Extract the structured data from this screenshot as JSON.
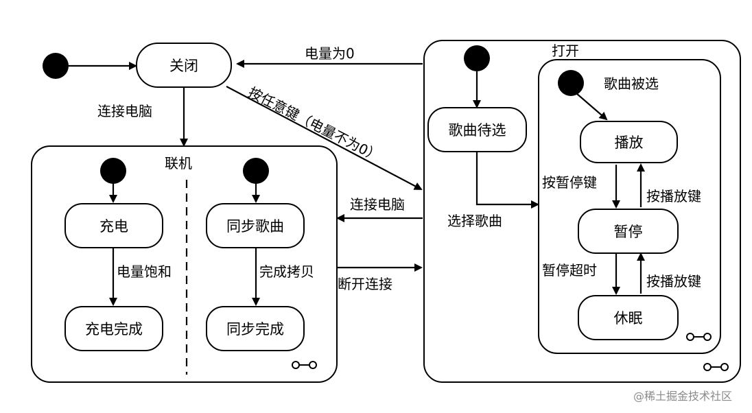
{
  "states": {
    "closed": "关闭",
    "pending": "歌曲待选",
    "playing": "播放",
    "paused": "暂停",
    "sleep": "休眠",
    "charging": "充电",
    "charged": "充电完成",
    "syncing": "同步歌曲",
    "synced": "同步完成"
  },
  "composites": {
    "open": "打开",
    "selected": "歌曲被选",
    "online": "联机"
  },
  "transitions": {
    "battery_zero": "电量为0",
    "connect_pc": "连接电脑",
    "any_key": "按任意键（电量不为0）",
    "connect_pc_2": "连接电脑",
    "disconnect": "断开连接",
    "select_song": "选择歌曲",
    "press_pause": "按暂停键",
    "press_play": "按播放键",
    "pause_timeout": "暂停超时",
    "press_play_2": "按播放键",
    "battery_full": "电量饱和",
    "copy_done": "完成拷贝"
  },
  "watermark": "@稀土掘金技术社区"
}
